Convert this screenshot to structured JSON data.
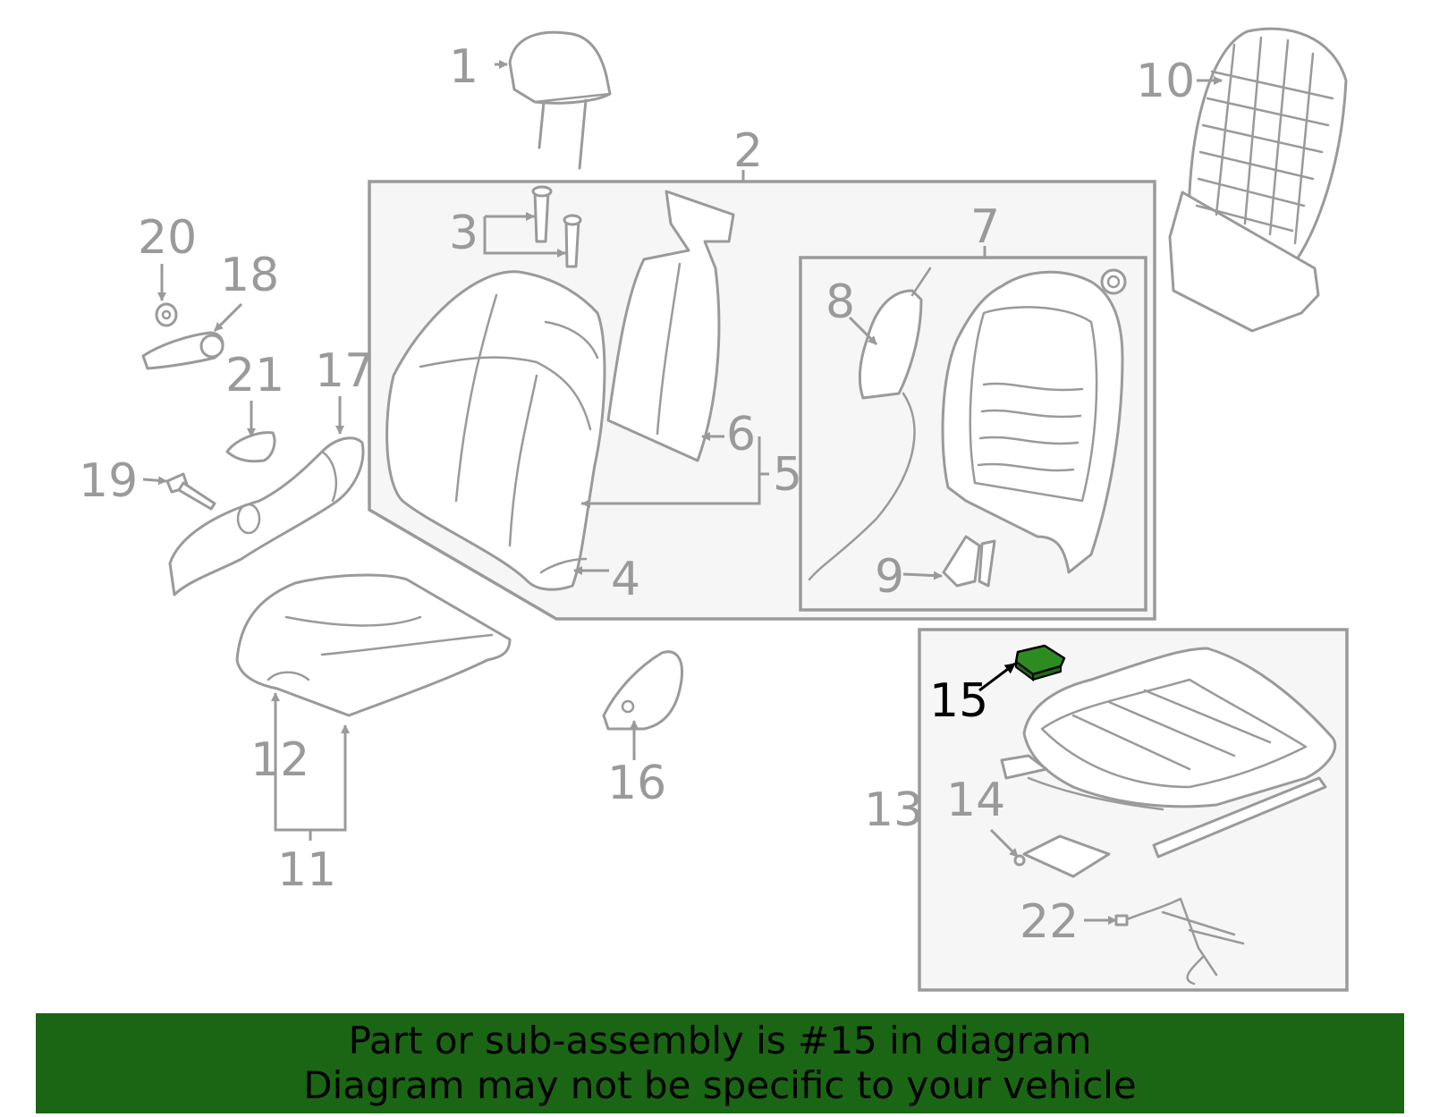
{
  "diagram": {
    "callouts": [
      {
        "id": "1",
        "label": "1"
      },
      {
        "id": "2",
        "label": "2"
      },
      {
        "id": "3",
        "label": "3"
      },
      {
        "id": "4",
        "label": "4"
      },
      {
        "id": "5",
        "label": "5"
      },
      {
        "id": "6",
        "label": "6"
      },
      {
        "id": "7",
        "label": "7"
      },
      {
        "id": "8",
        "label": "8"
      },
      {
        "id": "9",
        "label": "9"
      },
      {
        "id": "10",
        "label": "10"
      },
      {
        "id": "11",
        "label": "11"
      },
      {
        "id": "12",
        "label": "12"
      },
      {
        "id": "13",
        "label": "13"
      },
      {
        "id": "14",
        "label": "14"
      },
      {
        "id": "15",
        "label": "15"
      },
      {
        "id": "16",
        "label": "16"
      },
      {
        "id": "17",
        "label": "17"
      },
      {
        "id": "18",
        "label": "18"
      },
      {
        "id": "19",
        "label": "19"
      },
      {
        "id": "20",
        "label": "20"
      },
      {
        "id": "21",
        "label": "21"
      },
      {
        "id": "22",
        "label": "22"
      }
    ],
    "highlighted_part": "15",
    "colors": {
      "line": "#9a9a9a",
      "highlight_fill": "#2e8b22",
      "highlight_label": "#000000",
      "banner": "#1b6614"
    }
  },
  "banner": {
    "line1": "Part or sub-assembly is #15 in diagram",
    "line2": "Diagram may not be specific to your vehicle"
  }
}
